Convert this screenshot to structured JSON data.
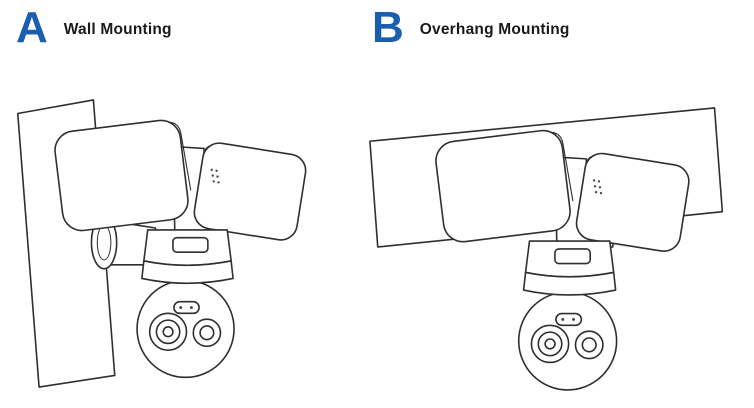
{
  "page": {
    "background": "#ffffff"
  },
  "colors": {
    "accent": "#1b5eb0",
    "line": "#2f2f2f",
    "text": "#1a1a1a"
  },
  "sections": [
    {
      "letter": "A",
      "title": "Wall Mounting",
      "illustration": "floodlight-camera-on-wall"
    },
    {
      "letter": "B",
      "title": "Overhang Mounting",
      "illustration": "floodlight-camera-on-overhang"
    }
  ]
}
